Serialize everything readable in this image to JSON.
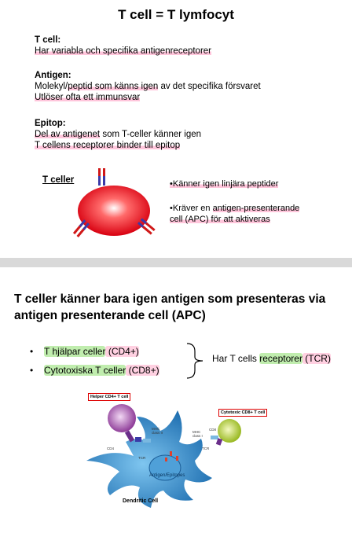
{
  "slide1": {
    "title": "T cell = T lymfocyt",
    "tcell": {
      "heading": "T cell:",
      "lines": [
        "Har variabla och specifika antigenreceptorer"
      ]
    },
    "antigen": {
      "heading": "Antigen:",
      "line1_a": "Molekyl/",
      "line1_b": "peptid som känns igen",
      "line1_c": " av det specifika försvaret",
      "line2": "Utlöser ofta ett immunsvar"
    },
    "epitop": {
      "heading": "Epitop:",
      "line1_a": "Del av antigenet",
      "line1_b": " som T-celler känner igen",
      "line2": "T cellens receptorer binder till epitop"
    },
    "diagram_label": "T celler",
    "bullet1": "•Känner igen linjära peptider",
    "bullet2_a": "•Kräver en ",
    "bullet2_b": "antigen-presenterande",
    "bullet2_c": "cell (APC) för att aktiveras"
  },
  "slide2": {
    "title": "T celler känner bara igen antigen som presenteras via antigen presenterande cell (APC)",
    "items": [
      {
        "bullet": "•",
        "text_a": "T hjälpar celler",
        "text_b": " (CD4+)"
      },
      {
        "bullet": "•",
        "text_a": "Cytotoxiska T celler",
        "text_b": " (CD8+)"
      }
    ],
    "har_a": "Har T cells ",
    "har_b": "receptorer",
    "har_c": " (TCR)",
    "figure": {
      "helper_tag": "Helper CD4+ T cell",
      "cyto_tag": "Cytotoxic CD8+ T cell",
      "cd4": "CD4",
      "mhc2": "MHC class II",
      "mhc1": "MHC class I",
      "cd8": "CD8",
      "tcr_left": "TCR",
      "tcr_right": "TCR",
      "antigen": "Antigen/Epitopes",
      "dendritic": "Dendritic Cell"
    }
  },
  "colors": {
    "slide_bg": "#ffffff",
    "page_bg": "#d9d9d9",
    "highlight_pink": "#ff96be",
    "highlight_green": "#96e178",
    "tcell_red": "#e8101e",
    "receptor_blue": "#3a3aa8",
    "receptor_red": "#d01818",
    "dendritic_blue": "#2e86c8",
    "helper_purple": "#a04ca8",
    "cyto_green": "#b8d430"
  }
}
